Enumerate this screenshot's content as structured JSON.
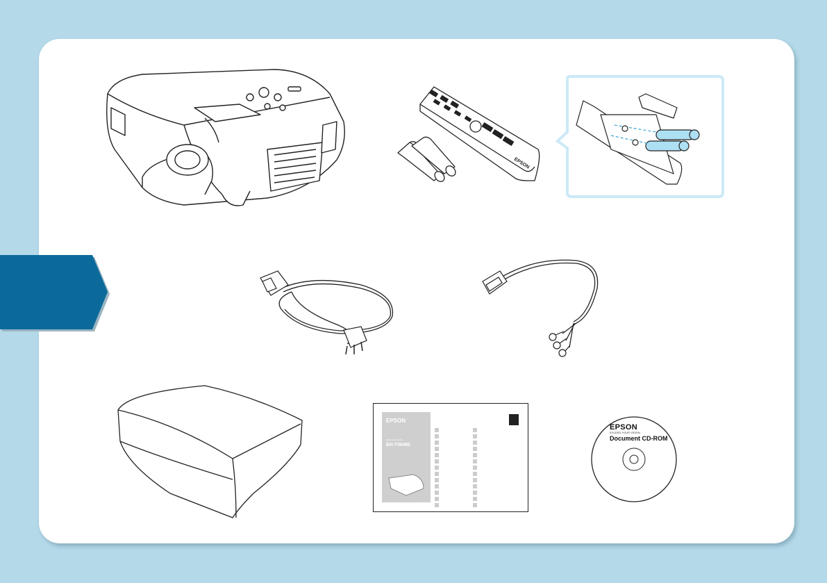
{
  "colors": {
    "background": "#b4d9e8",
    "card": "#ffffff",
    "tab": "#0c6a9a",
    "line": "#222222",
    "highlight_frame": "#cce9f6",
    "battery_blue": "#aee0f4"
  },
  "tab": {
    "label": ""
  },
  "items": [
    {
      "name": "projector"
    },
    {
      "name": "remote-control-and-batteries"
    },
    {
      "name": "battery-installation-detail"
    },
    {
      "name": "power-cable"
    },
    {
      "name": "component-video-cable"
    },
    {
      "name": "soft-carrying-case"
    },
    {
      "name": "quick-start-guide"
    },
    {
      "name": "document-cd-rom"
    }
  ],
  "manual": {
    "brand": "EPSON",
    "guide_label": "Quick Start Guide",
    "model": "EH-TW480"
  },
  "cd": {
    "brand": "EPSON",
    "tagline": "EXCEED YOUR VISION",
    "title": "Document CD-ROM"
  },
  "remote": {
    "brand": "EPSON"
  }
}
